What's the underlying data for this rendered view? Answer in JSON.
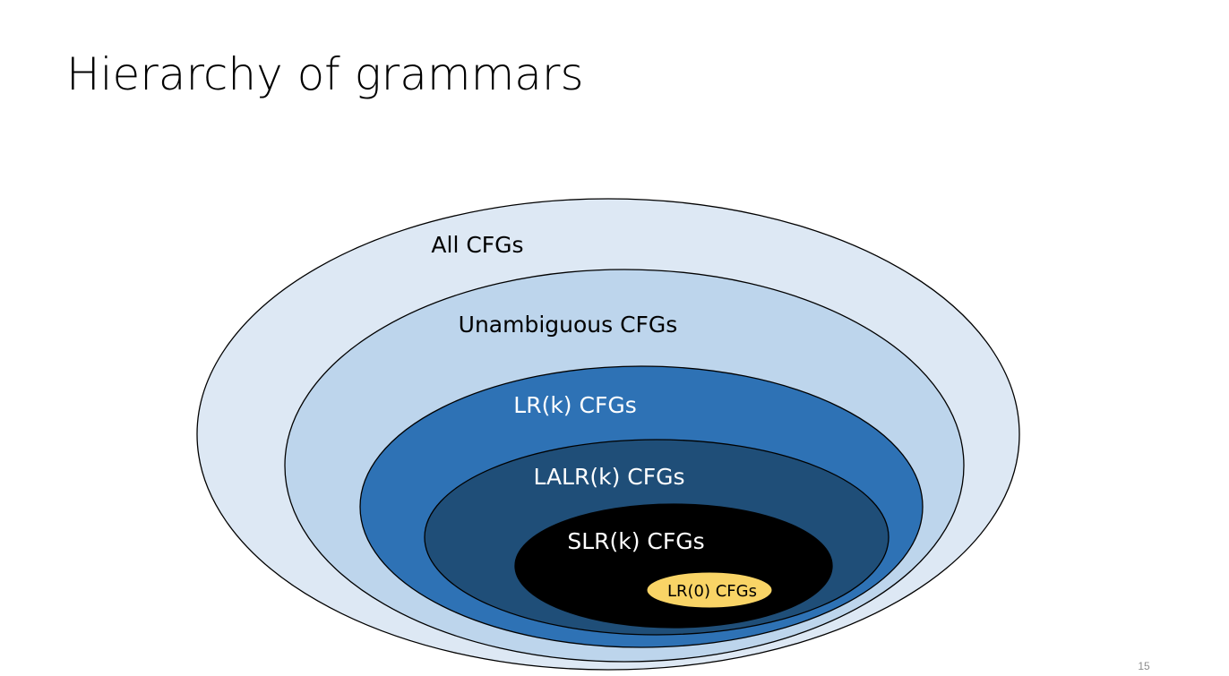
{
  "slide": {
    "title": "Hierarchy of grammars",
    "page_number": "15"
  },
  "diagram": {
    "sets": [
      {
        "label": "All CFGs",
        "fill": "#dde8f4",
        "text_color": "#000000"
      },
      {
        "label": "Unambiguous CFGs",
        "fill": "#bdd5ec",
        "text_color": "#000000"
      },
      {
        "label": "LR(k) CFGs",
        "fill": "#2e72b5",
        "text_color": "#ffffff"
      },
      {
        "label": "LALR(k) CFGs",
        "fill": "#1f4e78",
        "text_color": "#ffffff"
      },
      {
        "label": "SLR(k) CFGs",
        "fill": "#000000",
        "text_color": "#ffffff"
      },
      {
        "label": "LR(0) CFGs",
        "fill": "#f9d466",
        "text_color": "#000000"
      }
    ]
  }
}
